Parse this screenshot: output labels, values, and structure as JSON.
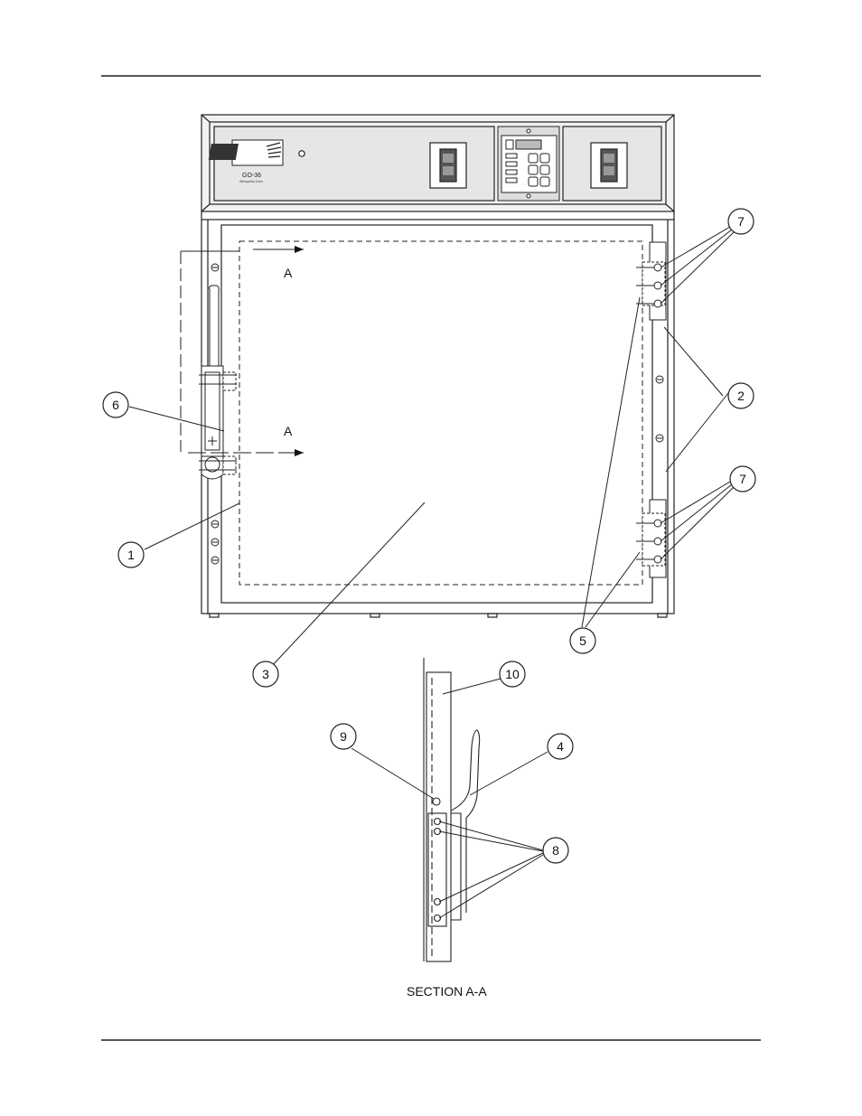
{
  "header_rule": true,
  "footer_rule": true,
  "oven": {
    "logo": "BKI",
    "model": "GO-36",
    "subtitle": "Whisperflo Oven"
  },
  "section_markers": [
    "A",
    "A"
  ],
  "callouts": [
    "1",
    "2",
    "3",
    "4",
    "5",
    "6",
    "7",
    "7",
    "8",
    "9",
    "10"
  ],
  "section_caption": "SECTION A-A",
  "colors": {
    "background": "#ffffff",
    "line": "#222222",
    "panel": "#e6e6e6"
  }
}
